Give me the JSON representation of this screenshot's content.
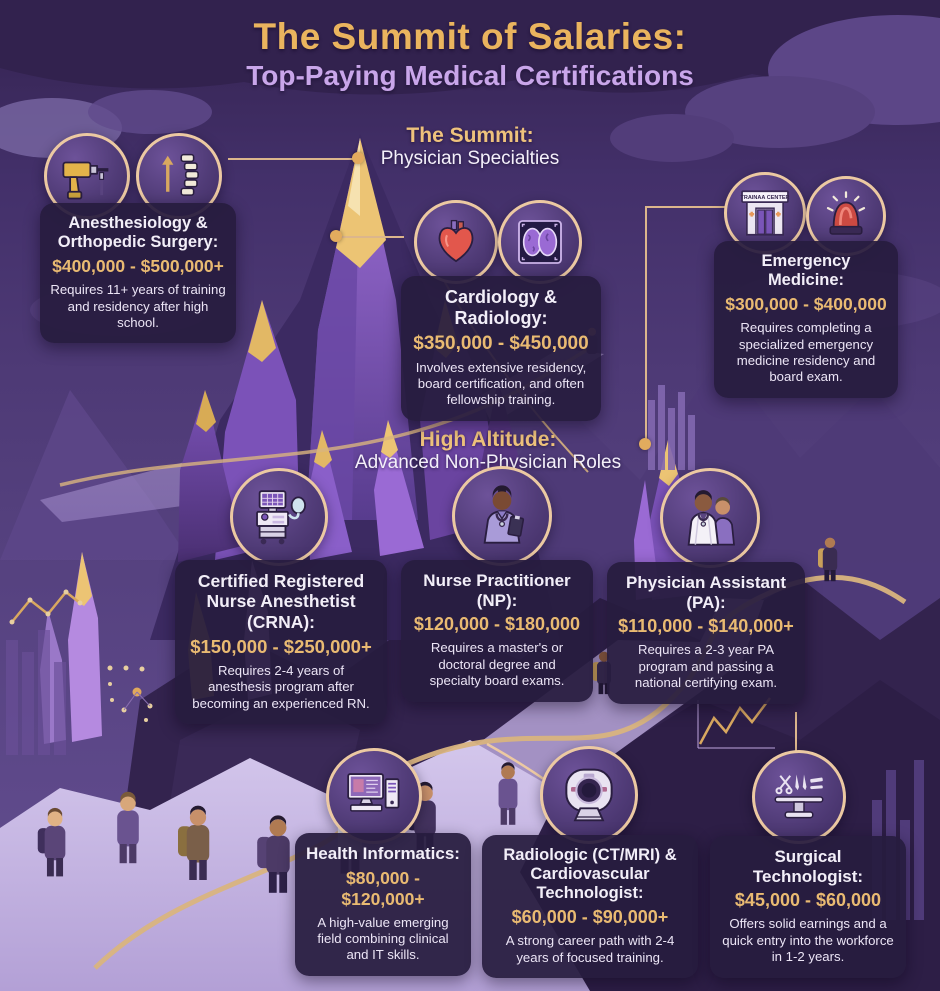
{
  "title": {
    "line1": "The Summit of Salaries:",
    "line2": "Top-Paying Medical Certifications"
  },
  "sections": {
    "summit": {
      "heading": "The Summit:",
      "subheading": "Physician Specialties"
    },
    "high_altitude": {
      "heading": "High Altitude:",
      "subheading": "Advanced Non-Physician Roles"
    }
  },
  "cards": [
    {
      "id": "anesthesiology-orthopedic",
      "title": "Anesthesiology & Orthopedic Surgery:",
      "salary": "$400,000 - $500,000+",
      "description": "Requires 11+ years of training and residency after high school.",
      "icons": [
        "drill-icon",
        "spine-icon"
      ]
    },
    {
      "id": "cardiology-radiology",
      "title": "Cardiology & Radiology:",
      "salary": "$350,000 - $450,000",
      "description": "Involves extensive residency, board certification, and often fellowship training.",
      "icons": [
        "heart-icon",
        "brain-scan-icon"
      ]
    },
    {
      "id": "emergency-medicine",
      "title": "Emergency Medicine:",
      "salary": "$300,000 - $400,000",
      "description": "Requires completing a specialized emergency medicine residency and board exam.",
      "icons": [
        "training-center-icon",
        "siren-icon"
      ]
    },
    {
      "id": "crna",
      "title": "Certified Registered Nurse Anesthetist (CRNA):",
      "salary": "$150,000 - $250,000+",
      "description": "Requires 2-4 years of anesthesis program after becoming an experienced RN.",
      "icons": [
        "anesthesia-machine-icon"
      ]
    },
    {
      "id": "nurse-practitioner",
      "title": "Nurse Practitioner (NP):",
      "salary": "$120,000 - $180,000",
      "description": "Requires a master's or doctoral degree and specialty board exams.",
      "icons": [
        "nurse-icon"
      ]
    },
    {
      "id": "physician-assistant",
      "title": "Physician Assistant (PA):",
      "salary": "$110,000 - $140,000+",
      "description": "Requires a 2-3 year PA program and passing a national certifying exam.",
      "icons": [
        "physician-assistant-icon"
      ]
    },
    {
      "id": "health-informatics",
      "title": "Health Informatics:",
      "salary": "$80,000 - $120,000+",
      "description": "A high-value emerging field combining clinical and IT skills.",
      "icons": [
        "computer-icon"
      ]
    },
    {
      "id": "radiologic-tech",
      "title": "Radiologic (CT/MRI) & Cardiovascular Technologist:",
      "salary": "$60,000 - $90,000+",
      "description": "A strong career path with 2-4 years of focused training.",
      "icons": [
        "mri-scanner-icon"
      ]
    },
    {
      "id": "surgical-tech",
      "title": "Surgical Technologist:",
      "salary": "$45,000 - $60,000",
      "description": "Offers solid earnings and a quick entry into the workforce in 1-2 years.",
      "icons": [
        "surgical-table-icon"
      ]
    }
  ],
  "decor": {
    "sign_text": "TRAINAA CENTER"
  },
  "colors": {
    "background": "#4e3a76",
    "card_background": "#271c3e",
    "salary_gold": "#e9ba72",
    "title_gold": "#eab45e",
    "title_lavender": "#c9a6ea",
    "white_text": "#f2eef8",
    "icon_ring": "#ecc9a2",
    "path_gold": "#d9b47e",
    "crystal_purple": "#8a5fc9",
    "crystal_gold": "#ecc474"
  }
}
